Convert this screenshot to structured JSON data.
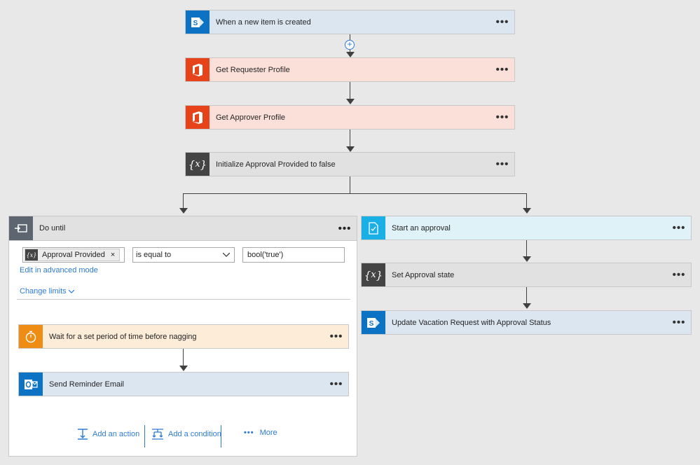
{
  "trigger": {
    "title": "When a new item is created"
  },
  "steps": {
    "requester": {
      "title": "Get Requester Profile"
    },
    "approver": {
      "title": "Get Approver Profile"
    },
    "init_var": {
      "title": "Initialize Approval Provided to false"
    }
  },
  "do_until": {
    "title": "Do until",
    "condition": {
      "token": "Approval Provided",
      "operator": "is equal to",
      "value": "bool('true')"
    },
    "advanced_link": "Edit in advanced mode",
    "change_limits": "Change limits",
    "actions": {
      "wait": {
        "title": "Wait for a set period of time before nagging"
      },
      "email": {
        "title": "Send Reminder Email"
      }
    },
    "footer": {
      "add_action": "Add an action",
      "add_condition": "Add a condition",
      "more": "More"
    }
  },
  "right_branch": {
    "start_approval": {
      "title": "Start an approval"
    },
    "set_state": {
      "title": "Set Approval state"
    },
    "update": {
      "title": "Update Vacation Request with Approval Status"
    }
  },
  "menu_glyph": "•••",
  "colors": {
    "sharepoint": "#0b72c4",
    "office": "#e6431b",
    "variable": "#444444",
    "approval": "#1ab0e6",
    "timer": "#ef8c14",
    "link": "#2d7bd6"
  }
}
